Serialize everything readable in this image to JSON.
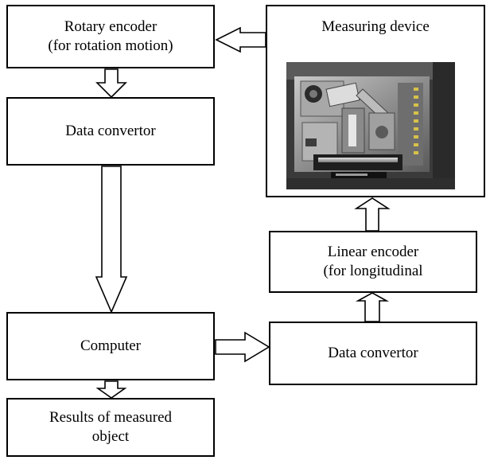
{
  "boxes": {
    "rotary": {
      "line1": "Rotary encoder",
      "line2": "(for rotation motion)"
    },
    "converter_top": {
      "label": "Data convertor"
    },
    "computer": {
      "label": "Computer"
    },
    "results": {
      "line1": "Results of measured",
      "line2": "object"
    },
    "measuring": {
      "title": "Measuring device"
    },
    "linear": {
      "line1": "Linear encoder",
      "line2": "(for longitudinal"
    },
    "converter_right": {
      "label": "Data convertor"
    }
  },
  "colors": {
    "stroke": "#000000",
    "fill": "#ffffff"
  }
}
